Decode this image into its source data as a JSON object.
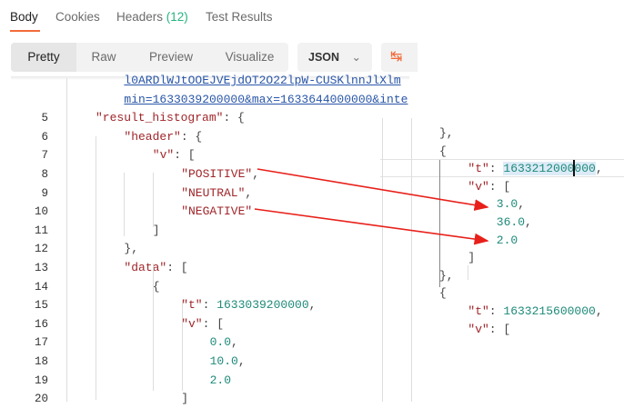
{
  "tabs": [
    {
      "label": "Body",
      "active": true
    },
    {
      "label": "Cookies"
    },
    {
      "label": "Headers",
      "count": "(12)"
    },
    {
      "label": "Test Results"
    }
  ],
  "view_modes": [
    {
      "label": "Pretty",
      "active": true
    },
    {
      "label": "Raw"
    },
    {
      "label": "Preview"
    },
    {
      "label": "Visualize"
    }
  ],
  "format": {
    "label": "JSON",
    "icon": "chevron-down-icon"
  },
  "wrap_icon": "wrap-lines-icon",
  "colors": {
    "accent": "#f26b3a",
    "count": "#26b47f",
    "key": "#a0262a",
    "number": "#1e8a7a",
    "link": "#2956a8",
    "arrow": "#e8201a"
  },
  "editor_lines": [
    {
      "num": "",
      "indent": 1,
      "tokens": [
        [
          "u",
          "l0ARDlWJtOOEJVEjdOT2O22lpW-CUSKlnnJlXlm"
        ]
      ]
    },
    {
      "num": "",
      "indent": 1,
      "tokens": [
        [
          "u",
          "min=1633039200000&max=1633644000000&inte"
        ]
      ]
    },
    {
      "num": "5",
      "indent": 0,
      "tokens": [
        [
          "k",
          "\"result_histogram\""
        ],
        [
          "p",
          ": {"
        ]
      ]
    },
    {
      "num": "6",
      "indent": 1,
      "tokens": [
        [
          "k",
          "\"header\""
        ],
        [
          "p",
          ": {"
        ]
      ]
    },
    {
      "num": "7",
      "indent": 2,
      "tokens": [
        [
          "k",
          "\"v\""
        ],
        [
          "p",
          ": ["
        ]
      ]
    },
    {
      "num": "8",
      "indent": 3,
      "tokens": [
        [
          "k",
          "\"POSITIVE\""
        ],
        [
          "p",
          ","
        ]
      ]
    },
    {
      "num": "9",
      "indent": 3,
      "tokens": [
        [
          "k",
          "\"NEUTRAL\""
        ],
        [
          "p",
          ","
        ]
      ]
    },
    {
      "num": "10",
      "indent": 3,
      "tokens": [
        [
          "k",
          "\"NEGATIVE\""
        ]
      ]
    },
    {
      "num": "11",
      "indent": 2,
      "tokens": [
        [
          "p",
          "]"
        ]
      ]
    },
    {
      "num": "12",
      "indent": 1,
      "tokens": [
        [
          "p",
          "},"
        ]
      ]
    },
    {
      "num": "13",
      "indent": 1,
      "tokens": [
        [
          "k",
          "\"data\""
        ],
        [
          "p",
          ": ["
        ]
      ]
    },
    {
      "num": "14",
      "indent": 2,
      "tokens": [
        [
          "p",
          "{"
        ]
      ]
    },
    {
      "num": "15",
      "indent": 3,
      "tokens": [
        [
          "k",
          "\"t\""
        ],
        [
          "p",
          ": "
        ],
        [
          "n",
          "1633039200000"
        ],
        [
          "p",
          ","
        ]
      ]
    },
    {
      "num": "16",
      "indent": 3,
      "tokens": [
        [
          "k",
          "\"v\""
        ],
        [
          "p",
          ": ["
        ]
      ]
    },
    {
      "num": "17",
      "indent": 4,
      "tokens": [
        [
          "n",
          "0.0"
        ],
        [
          "p",
          ","
        ]
      ]
    },
    {
      "num": "18",
      "indent": 4,
      "tokens": [
        [
          "n",
          "10.0"
        ],
        [
          "p",
          ","
        ]
      ]
    },
    {
      "num": "19",
      "indent": 4,
      "tokens": [
        [
          "n",
          "2.0"
        ]
      ]
    },
    {
      "num": "20",
      "indent": 3,
      "tokens": [
        [
          "p",
          "]"
        ]
      ]
    }
  ],
  "snippet_lines": [
    {
      "indent": 0,
      "tokens": [
        [
          "p",
          "},"
        ]
      ]
    },
    {
      "indent": 0,
      "tokens": [
        [
          "p",
          "{"
        ]
      ]
    },
    {
      "indent": 1,
      "tokens": [
        [
          "k",
          "\"t\""
        ],
        [
          "p",
          ": "
        ],
        [
          "n",
          "1633212000000"
        ],
        [
          "p",
          ","
        ]
      ]
    },
    {
      "indent": 1,
      "tokens": [
        [
          "k",
          "\"v\""
        ],
        [
          "p",
          ": ["
        ]
      ]
    },
    {
      "indent": 2,
      "tokens": [
        [
          "n",
          "3.0"
        ],
        [
          "p",
          ","
        ]
      ]
    },
    {
      "indent": 2,
      "tokens": [
        [
          "n",
          "36.0"
        ],
        [
          "p",
          ","
        ]
      ]
    },
    {
      "indent": 2,
      "tokens": [
        [
          "n",
          "2.0"
        ]
      ]
    },
    {
      "indent": 1,
      "tokens": [
        [
          "p",
          "]"
        ]
      ]
    },
    {
      "indent": 0,
      "tokens": [
        [
          "p",
          "},"
        ]
      ]
    },
    {
      "indent": 0,
      "tokens": [
        [
          "p",
          "{"
        ]
      ]
    },
    {
      "indent": 1,
      "tokens": [
        [
          "k",
          "\"t\""
        ],
        [
          "p",
          ": "
        ],
        [
          "n",
          "1633215600000"
        ],
        [
          "p",
          ","
        ]
      ]
    },
    {
      "indent": 1,
      "tokens": [
        [
          "k",
          "\"v\""
        ],
        [
          "p",
          ": ["
        ]
      ]
    }
  ]
}
